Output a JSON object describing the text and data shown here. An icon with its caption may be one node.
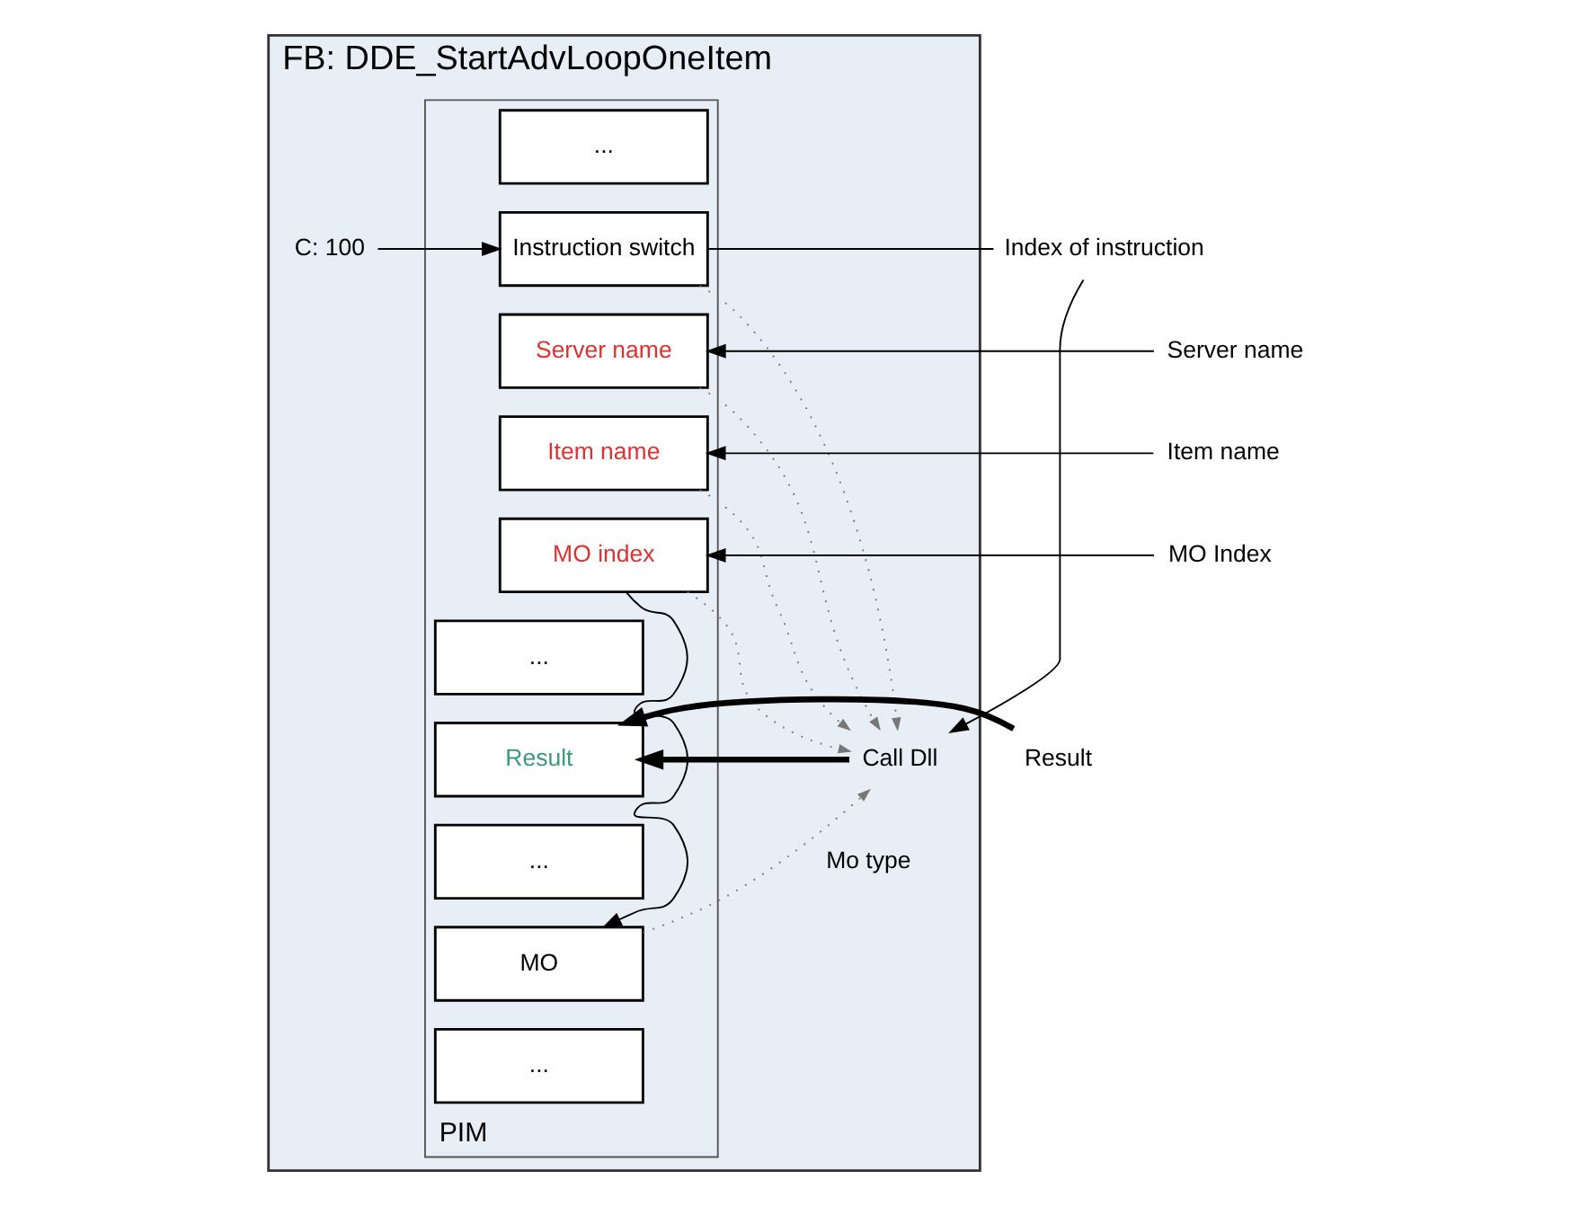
{
  "diagram": {
    "nodes": [
      {
        "text": [
          "FB: DDE_StartAdvLoopOneItem"
        ]
      },
      {
        "text": [
          "PIM"
        ],
        "in": 0
      },
      {
        "text": [
          "..."
        ],
        "in": 1
      },
      {
        "text": [
          "Instruction switch"
        ],
        "in": 1
      },
      {
        "text": [
          "Server name"
        ],
        "in": 1
      },
      {
        "text": [
          "Item name"
        ],
        "in": 1
      },
      {
        "text": [
          "MO index"
        ],
        "in": 1
      },
      {
        "text": [
          "..."
        ],
        "in": 1
      },
      {
        "text": [
          "Result"
        ],
        "in": 1
      },
      {
        "text": [
          "..."
        ],
        "in": 1
      },
      {
        "text": [
          "MO"
        ],
        "in": 1
      },
      {
        "text": [
          "..."
        ],
        "in": 1
      },
      {
        "text": [
          "Call Dll"
        ],
        "in": 0
      },
      {
        "text": [
          "Index of instruction"
        ]
      },
      {
        "text": [
          "Server name"
        ]
      },
      {
        "text": [
          "Item name"
        ]
      },
      {
        "text": [
          "MO Index"
        ]
      },
      {
        "text": [
          "Result"
        ]
      },
      {
        "text": [
          "C: 100"
        ],
        "in": 0
      }
    ],
    "edges": [
      {
        "from": 13,
        "to": 12,
        "arrow": "to"
      },
      {
        "from": 13,
        "to": 3,
        "arrow": "none"
      },
      {
        "from": 18,
        "to": 3,
        "arrow": "to"
      },
      {
        "from": 14,
        "to": 4,
        "arrow": "to"
      },
      {
        "from": 15,
        "to": 5,
        "arrow": "to"
      },
      {
        "from": 16,
        "to": 6,
        "arrow": "to"
      },
      {
        "from": 17,
        "to": 8,
        "arrow": "to",
        "style": "thick"
      },
      {
        "from": 12,
        "to": 8,
        "arrow": "to",
        "style": "thick"
      },
      {
        "from": 6,
        "to": 10,
        "arrow": "to"
      },
      {
        "from": 3,
        "to": 12,
        "arrow": "to",
        "style": "dashed",
        "color": "#777777"
      },
      {
        "from": 4,
        "to": 12,
        "arrow": "to",
        "style": "dashed",
        "color": "#777777"
      },
      {
        "from": 5,
        "to": 12,
        "arrow": "to",
        "style": "dashed",
        "color": "#777777"
      },
      {
        "from": 6,
        "to": 12,
        "arrow": "to",
        "style": "dashed",
        "color": "#777777"
      },
      {
        "from": 10,
        "to": 12,
        "arrow": "to",
        "style": "dashed",
        "color": "#777777",
        "label": "Mo type"
      }
    ]
  }
}
